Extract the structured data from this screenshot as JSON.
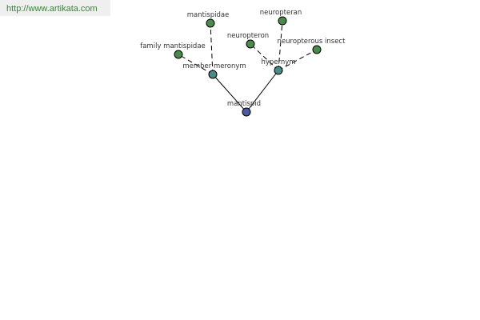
{
  "source_url": "http://www.artikata.com",
  "colors": {
    "root_node": "#4b5aa0",
    "relation_node": "#4a8a8a",
    "leaf_node": "#4a8a4a",
    "url_text": "#3f7f3f"
  },
  "nodes": {
    "root": "mantispid",
    "member_meronym": "member meronym",
    "hypernym": "hypernym",
    "mantispidae": "mantispidae",
    "family_mantispidae": "family mantispidae",
    "neuropteran": "neuropteran",
    "neuropteron": "neuropteron",
    "neuropterous_insect": "neuropterous insect"
  }
}
